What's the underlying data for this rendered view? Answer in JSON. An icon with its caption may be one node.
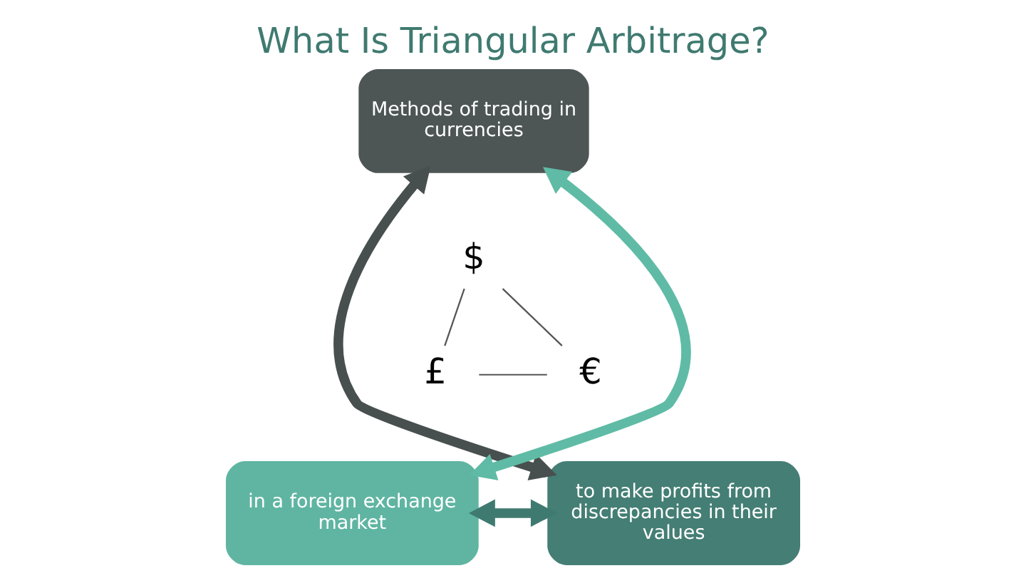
{
  "diagram": {
    "title": "What Is Triangular Arbitrage?",
    "nodes": [
      {
        "text": [
          "Methods of trading in currencies"
        ]
      },
      {
        "text": [
          "in a foreign exchange market"
        ]
      },
      {
        "text": [
          "to make profits from discrepancies in their values"
        ]
      },
      {
        "text": [
          "$"
        ]
      },
      {
        "text": [
          "£"
        ]
      },
      {
        "text": [
          "€"
        ]
      }
    ],
    "edges": [
      {
        "from": 1,
        "to": 0,
        "arrow": "both",
        "style": "thick",
        "color": "#5fbba5"
      },
      {
        "from": 0,
        "to": 2,
        "arrow": "both",
        "style": "thick",
        "color": "#484f4f"
      },
      {
        "from": 1,
        "to": 2,
        "arrow": "both",
        "style": "thick",
        "color": "#3f7a70"
      },
      {
        "from": 3,
        "to": 4,
        "arrow": "none"
      },
      {
        "from": 3,
        "to": 5,
        "arrow": "none"
      },
      {
        "from": 4,
        "to": 5,
        "arrow": "none"
      }
    ]
  }
}
